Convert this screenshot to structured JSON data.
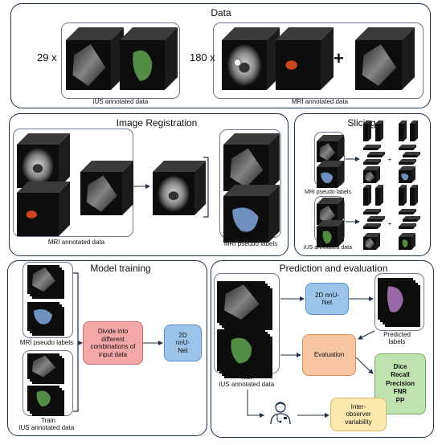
{
  "data_section": {
    "title": "Data",
    "ius_count": "29 x",
    "mri_count": "180 x",
    "plus": "+",
    "ius_label": "iUS annotated data",
    "mri_label": "MRI annotated data"
  },
  "registration": {
    "title": "Image Registration",
    "mri_annotated_label": "MRI annotated data",
    "pseudo_label": "MRI pseudo labels"
  },
  "slicing": {
    "title": "Slicing",
    "mri_pseudo_label": "MRI pseudo labels",
    "ius_label": "iUS annotated data",
    "plus": "+"
  },
  "training": {
    "title": "Model training",
    "mri_pseudo_label": "MRI pseudo labels",
    "train_label": "Train",
    "ius_label": "iUS annotated data",
    "divide_box": "Divide into different combinations of input data",
    "model_box": "2D nnU-Net"
  },
  "prediction": {
    "title": "Prediction and evaluation",
    "model_box": "2D nnU-Net",
    "predicted_label": "Predicted labels",
    "evaluation_box": "Evaluation",
    "metrics": [
      "Dice",
      "Recall",
      "Precision",
      "FNR",
      "PP"
    ],
    "test_label": "Test",
    "ius_label": "iUS annotated data",
    "interobserver_box": "Inter-observer variability"
  },
  "icons": [
    "doctor-icon",
    "arrow-icon",
    "cube-icon"
  ],
  "colors": {
    "panel_border": "#1f2f45",
    "red_box": "#f4a7a7",
    "blue_box": "#9cc3ea",
    "orange_box": "#f8c6a3",
    "green_box": "#bfe3b0",
    "yellow_box": "#fde8b0",
    "mri_label_color": "#c9471e",
    "ius_label_color": "#5fa350",
    "pseudo_label_color": "#7a9fd3",
    "predicted_label_color": "#b07ac2"
  }
}
